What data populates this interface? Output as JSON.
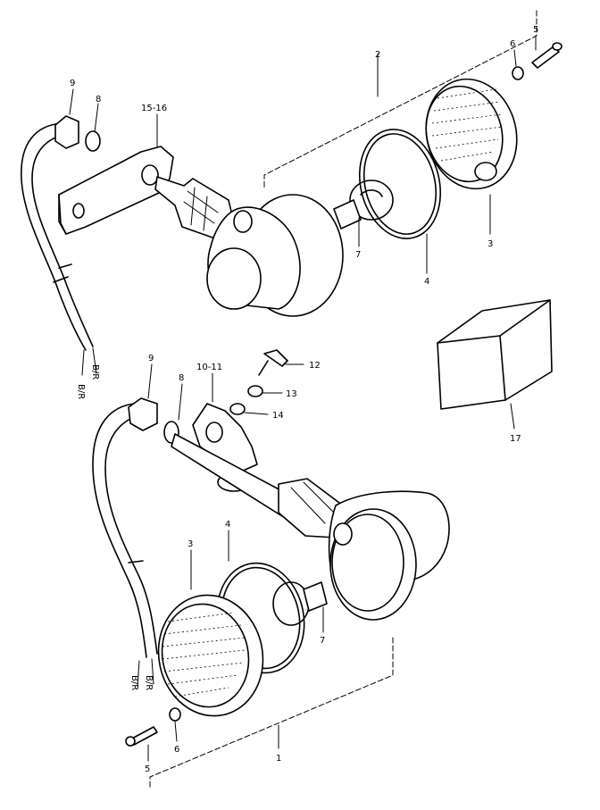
{
  "diagram": {
    "colors": {
      "line": "#000000",
      "background": "#ffffff"
    },
    "callouts": {
      "upper_housing_group": "2",
      "upper_screw": "5",
      "upper_washer": "6",
      "upper_lens": "3",
      "upper_gasket": "4",
      "upper_bulb": "7",
      "upper_mount_bracket": "15-16",
      "upper_nut": "9",
      "upper_washer_8": "8",
      "lower_nut": "9",
      "lower_washer_8": "8",
      "lower_mount_bracket": "10-11",
      "bolt": "12",
      "washer_13": "13",
      "washer_14": "14",
      "relay": "17",
      "lower_lens": "3",
      "lower_gasket": "4",
      "lower_bulb": "7",
      "lower_screw": "5",
      "lower_washer": "6",
      "lower_housing_group": "1"
    }
  }
}
